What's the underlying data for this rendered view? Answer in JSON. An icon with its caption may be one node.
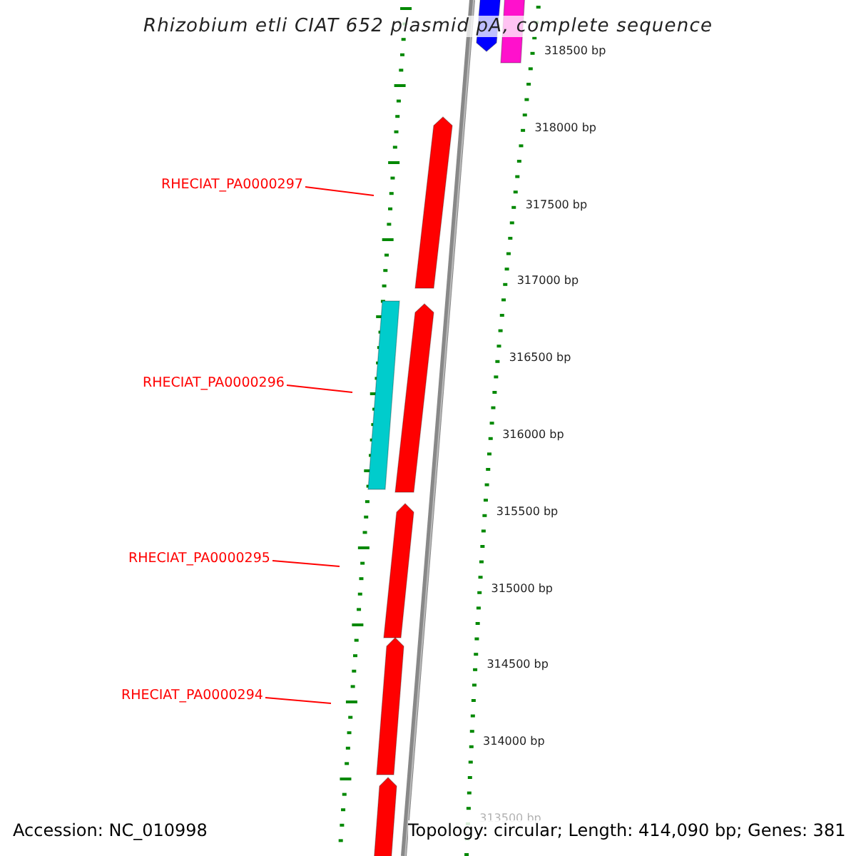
{
  "diagram": {
    "title": "Rhizobium etli CIAT 652 plasmid pA, complete sequence",
    "nodes": [
      {
        "text": [
          "RHECIAT_PA0000297"
        ]
      },
      {
        "text": [
          "RHECIAT_PA0000296"
        ]
      },
      {
        "text": [
          "RHECIAT_PA0000295"
        ]
      },
      {
        "text": [
          "RHECIAT_PA0000294"
        ]
      }
    ],
    "edges": [
      {
        "from": 0,
        "to": null,
        "arrow": "none",
        "color": "#ff0000"
      },
      {
        "from": 1,
        "to": null,
        "arrow": "none",
        "color": "#ff0000"
      },
      {
        "from": 2,
        "to": null,
        "arrow": "none",
        "color": "#ff0000"
      },
      {
        "from": 3,
        "to": null,
        "arrow": "none",
        "color": "#ff0000"
      }
    ],
    "labels": [
      "318500 bp",
      "318000 bp",
      "317500 bp",
      "317000 bp",
      "316500 bp",
      "316000 bp",
      "315500 bp",
      "315000 bp",
      "314500 bp",
      "314000 bp",
      "313500 bp",
      "Accession: NC_010998",
      "Topology: circular; Length: 414,090 bp; Genes: 381"
    ]
  }
}
